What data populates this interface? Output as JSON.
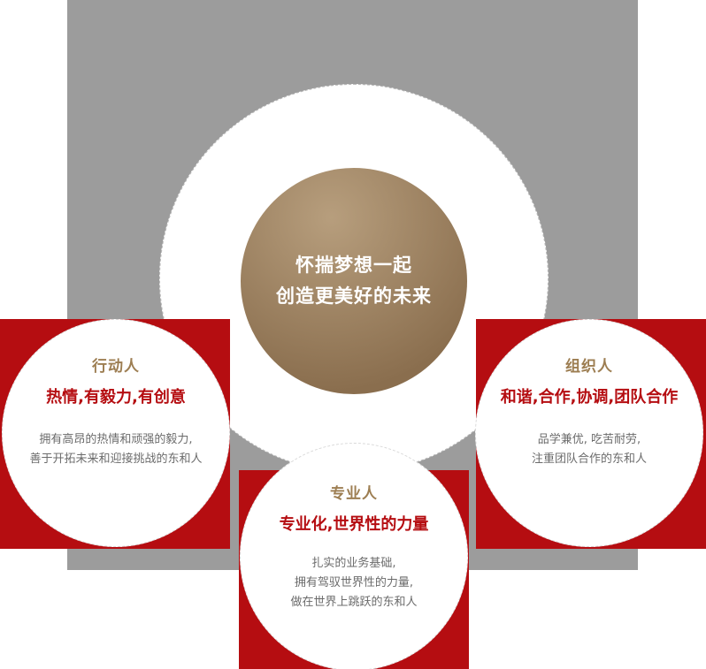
{
  "center": {
    "lines": [
      "怀揣梦想一起",
      "创造更美好的未来"
    ]
  },
  "sections": [
    {
      "title": "行动人",
      "subtitle": "热情,有毅力,有创意",
      "body": [
        "拥有高昂的热情和顽强的毅力,",
        "善于开拓未来和迎接挑战的东和人"
      ]
    },
    {
      "title": "组织人",
      "subtitle": "和谐,合作,协调,团队合作",
      "body": [
        "品学兼优, 吃苦耐劳,",
        "注重团队合作的东和人"
      ]
    },
    {
      "title": "专业人",
      "subtitle": "专业化,世界性的力量",
      "body": [
        "扎实的业务基础,",
        "拥有驾驭世界性的力量,",
        "做在世界上跳跃的东和人"
      ]
    }
  ],
  "colors": {
    "red": "#b50d11",
    "gray": "#9c9c9c",
    "gold": "#9d7e52",
    "gold_light": "#b79e7d",
    "gold_dark": "#8a6e4e"
  }
}
